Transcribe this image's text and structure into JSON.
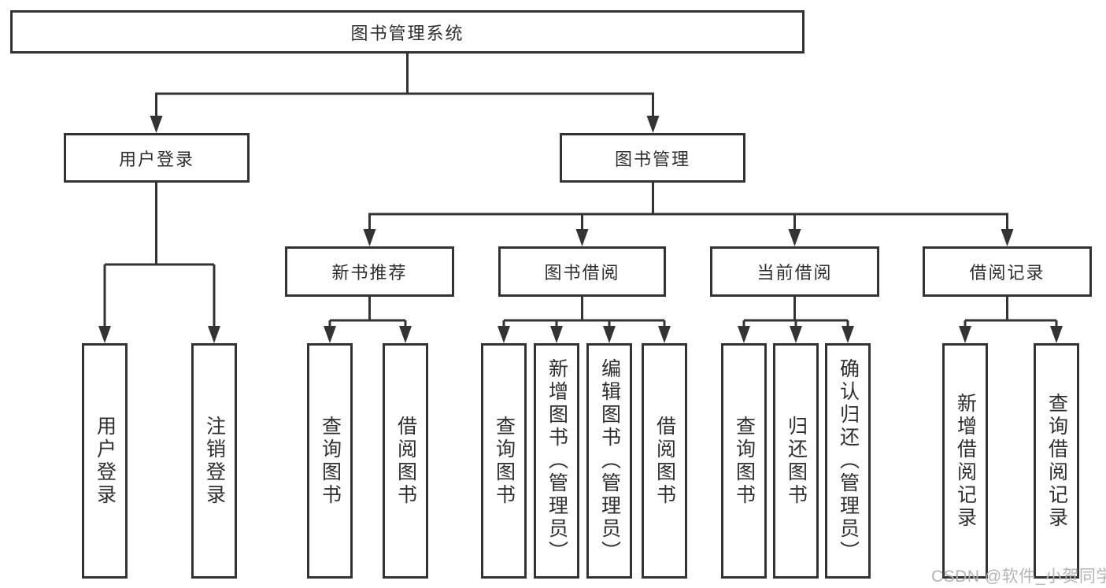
{
  "tree": {
    "root": {
      "label": "图书管理系统",
      "children": [
        {
          "label": "用户登录",
          "children": [
            {
              "label": "用户登录"
            },
            {
              "label": "注销登录"
            }
          ]
        },
        {
          "label": "图书管理",
          "children": [
            {
              "label": "新书推荐",
              "children": [
                {
                  "label": "查询图书"
                },
                {
                  "label": "借阅图书"
                }
              ]
            },
            {
              "label": "图书借阅",
              "children": [
                {
                  "label": "查询图书"
                },
                {
                  "label": "新增图书（管理员）"
                },
                {
                  "label": "编辑图书（管理员）"
                },
                {
                  "label": "借阅图书"
                }
              ]
            },
            {
              "label": "当前借阅",
              "children": [
                {
                  "label": "查询图书"
                },
                {
                  "label": "归还图书"
                },
                {
                  "label": "确认归还（管理员）"
                }
              ]
            },
            {
              "label": "借阅记录",
              "children": [
                {
                  "label": "新增借阅记录"
                },
                {
                  "label": "查询借阅记录"
                }
              ]
            }
          ]
        }
      ]
    }
  },
  "watermark": {
    "text": "CSDN @软件_小贺同学",
    "color": "#b4b4b4"
  },
  "colors": {
    "line": "#333333",
    "text": "#2e2e2e",
    "background": "#ffffff"
  }
}
